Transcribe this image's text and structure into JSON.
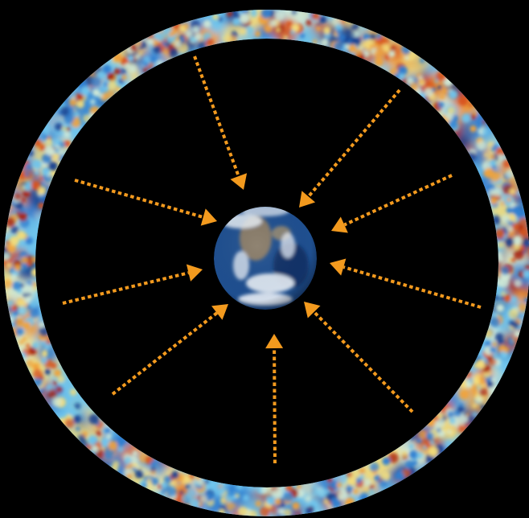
{
  "scene": {
    "background_color": "#000000",
    "arrow_color": "#f39a1e",
    "arrow_count": 9,
    "shell": {
      "name": "cmb-sky-shell",
      "palette": [
        "#16408f",
        "#2f7fd1",
        "#6fc4ec",
        "#cfe8d6",
        "#f3dc7a",
        "#f0a33c",
        "#d9541c",
        "#a9240f"
      ]
    },
    "center_body": {
      "name": "earth",
      "palette": [
        "#0c2a5e",
        "#1f5aa0",
        "#4f86c0",
        "#e8eef5",
        "#a8875a"
      ]
    }
  }
}
